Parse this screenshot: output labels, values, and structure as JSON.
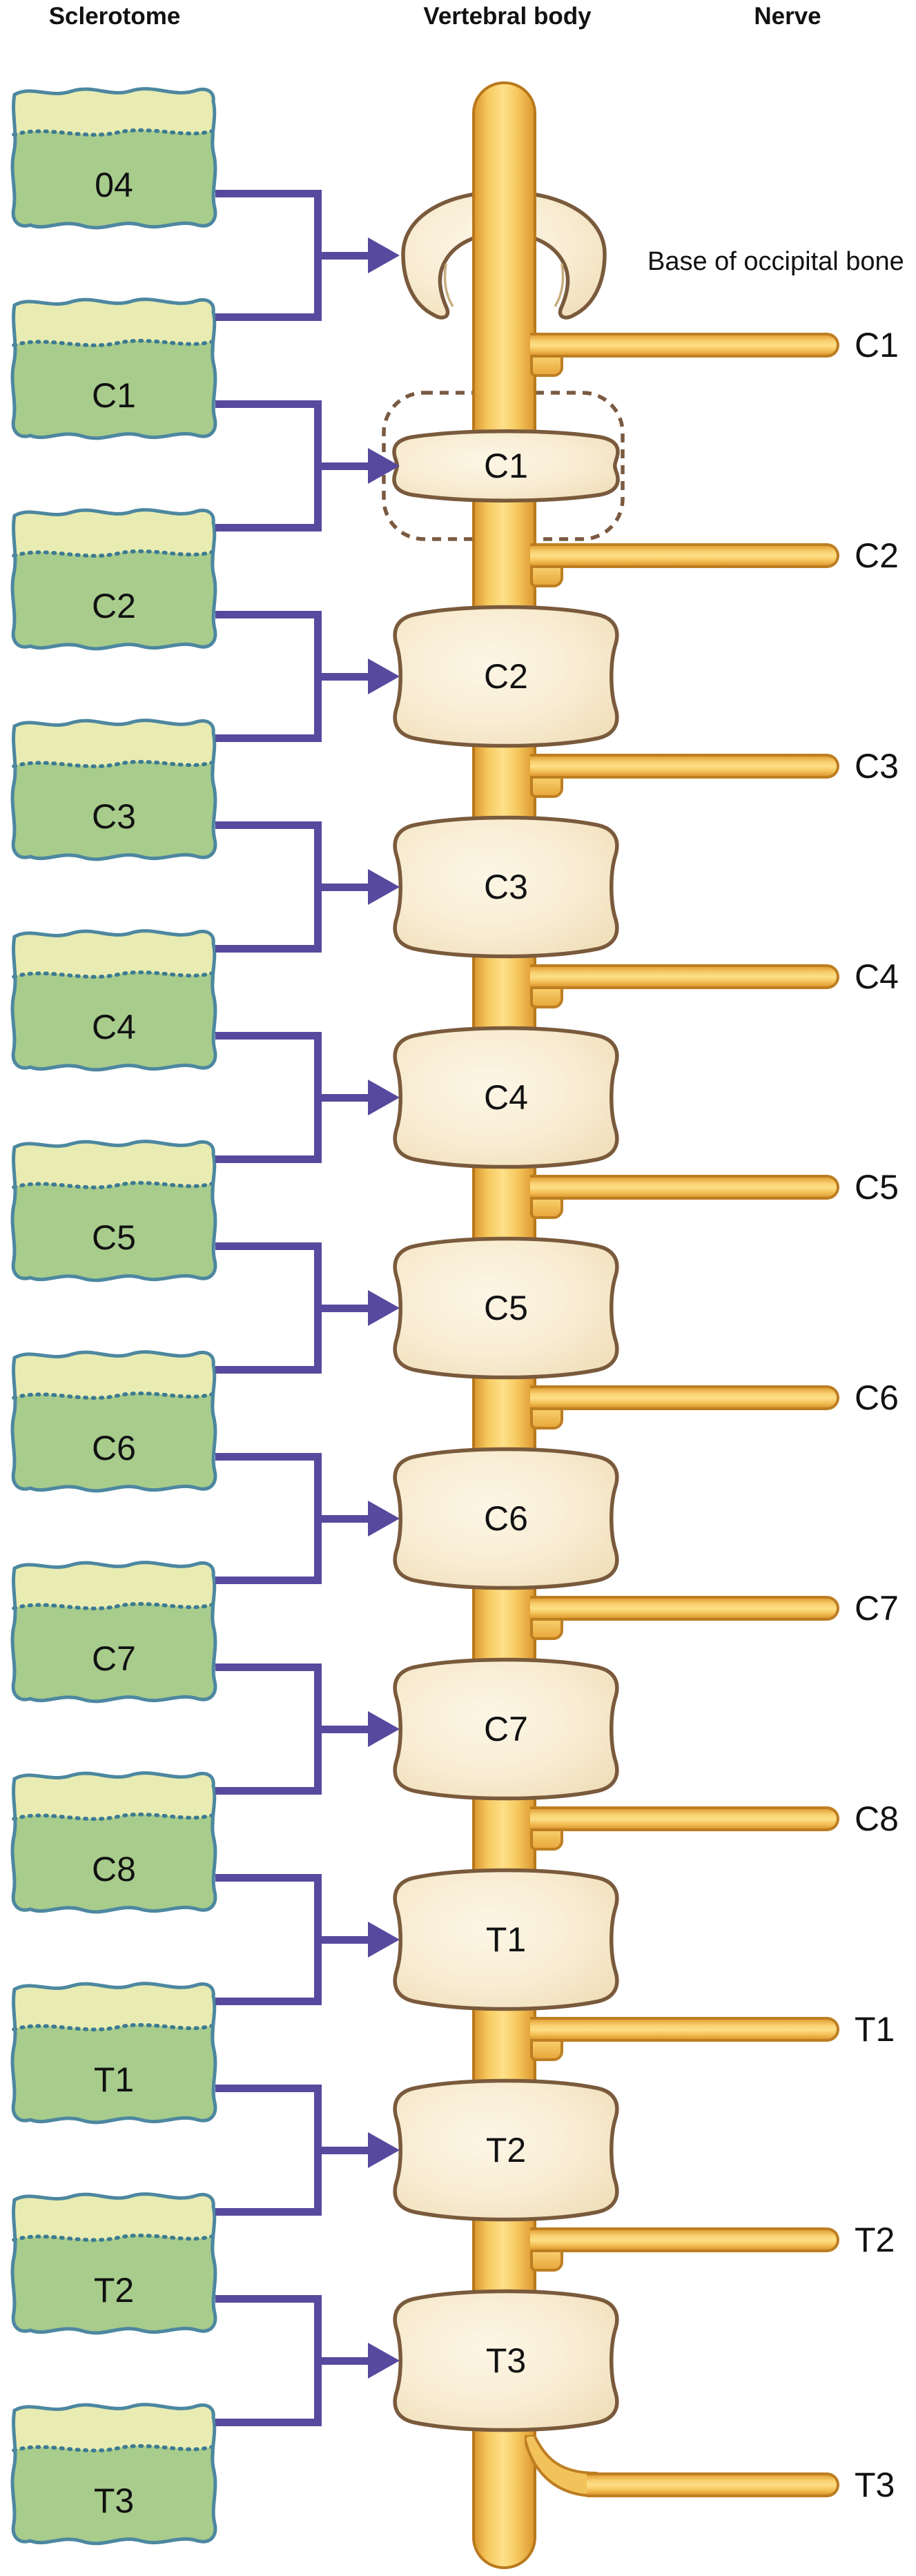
{
  "headers": {
    "sclerotome": "Sclerotome",
    "vertebral_body": "Vertebral body",
    "nerve": "Nerve"
  },
  "sclerotomes": [
    {
      "id": "o4",
      "label": "04"
    },
    {
      "id": "c1",
      "label": "C1"
    },
    {
      "id": "c2",
      "label": "C2"
    },
    {
      "id": "c3",
      "label": "C3"
    },
    {
      "id": "c4",
      "label": "C4"
    },
    {
      "id": "c5",
      "label": "C5"
    },
    {
      "id": "c6",
      "label": "C6"
    },
    {
      "id": "c7",
      "label": "C7"
    },
    {
      "id": "c8",
      "label": "C8"
    },
    {
      "id": "t1",
      "label": "T1"
    },
    {
      "id": "t2",
      "label": "T2"
    },
    {
      "id": "t3",
      "label": "T3"
    }
  ],
  "vertebral_column": {
    "occipital": {
      "label": "Base of occipital bone"
    },
    "vertebrae": [
      {
        "id": "c1",
        "label": "C1",
        "dashed_remnant": true
      },
      {
        "id": "c2",
        "label": "C2",
        "dashed_remnant": false
      },
      {
        "id": "c3",
        "label": "C3",
        "dashed_remnant": false
      },
      {
        "id": "c4",
        "label": "C4",
        "dashed_remnant": false
      },
      {
        "id": "c5",
        "label": "C5",
        "dashed_remnant": false
      },
      {
        "id": "c6",
        "label": "C6",
        "dashed_remnant": false
      },
      {
        "id": "c7",
        "label": "C7",
        "dashed_remnant": false
      },
      {
        "id": "t1",
        "label": "T1",
        "dashed_remnant": false
      },
      {
        "id": "t2",
        "label": "T2",
        "dashed_remnant": false
      },
      {
        "id": "t3",
        "label": "T3",
        "dashed_remnant": false
      }
    ]
  },
  "nerves": [
    {
      "id": "c1",
      "label": "C1"
    },
    {
      "id": "c2",
      "label": "C2"
    },
    {
      "id": "c3",
      "label": "C3"
    },
    {
      "id": "c4",
      "label": "C4"
    },
    {
      "id": "c5",
      "label": "C5"
    },
    {
      "id": "c6",
      "label": "C6"
    },
    {
      "id": "c7",
      "label": "C7"
    },
    {
      "id": "c8",
      "label": "C8"
    },
    {
      "id": "t1",
      "label": "T1"
    },
    {
      "id": "t2",
      "label": "T2"
    },
    {
      "id": "t3",
      "label": "T3"
    }
  ],
  "colors": {
    "sclerotome_top_half": "#e8ecb2",
    "sclerotome_bottom_half": "#a8cc8c",
    "sclerotome_outline": "#4d87a0",
    "sclerotome_dots": "#3c7a92",
    "vertebra_outline": "#7a5a3c",
    "vertebra_fill_light": "#fdf6e6",
    "vertebra_fill_dark": "#efddb7",
    "rod_yellow": "#fee089",
    "rod_outline": "#b8791c",
    "nerve_outline": "#bd7e22",
    "arrow_purple": "#57499e",
    "dashed_remnant_outline": "#7a5a42",
    "text": "#111111",
    "background": "#ffffff"
  }
}
